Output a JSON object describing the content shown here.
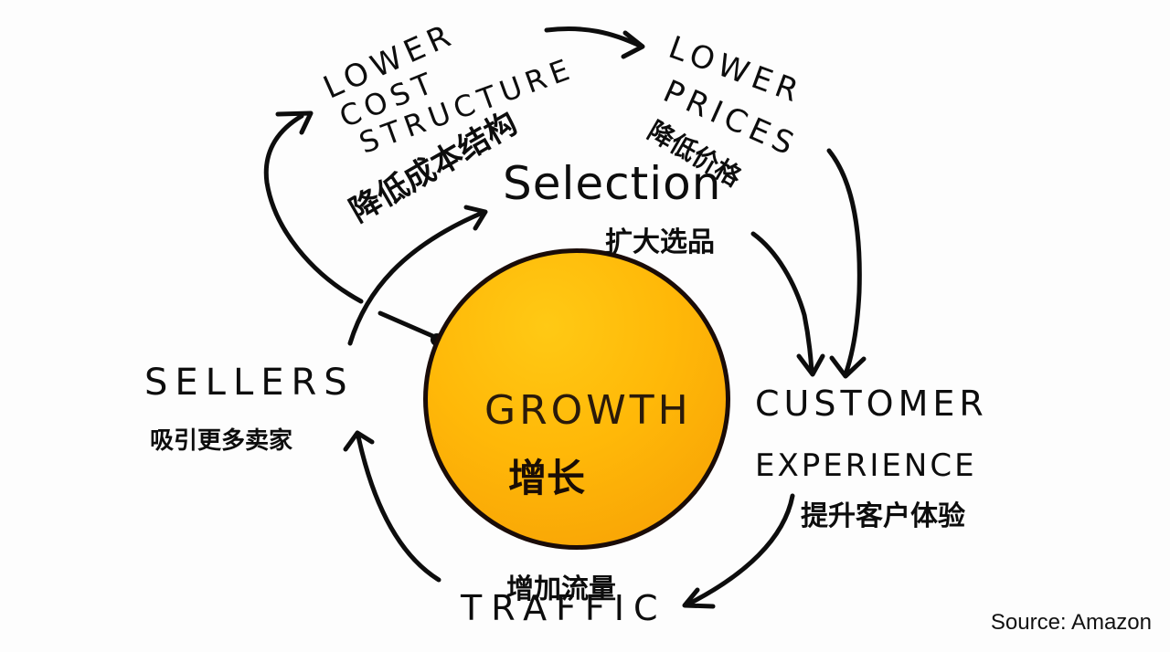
{
  "diagram": {
    "type": "flywheel",
    "center": {
      "label_en": "GROWTH",
      "label_zh": "增长",
      "fill_color": "#ffb808"
    },
    "nodes": [
      {
        "id": "lower-cost-structure",
        "label_en_lines": [
          "LOWER",
          "COST",
          "STRUCTURE"
        ],
        "label_zh": "降低成本结构"
      },
      {
        "id": "lower-prices",
        "label_en_lines": [
          "LOWER",
          "PRICES"
        ],
        "label_zh": "降低价格"
      },
      {
        "id": "selection",
        "label_en": "Selection",
        "label_zh": "扩大选品"
      },
      {
        "id": "customer-experience",
        "label_en_lines": [
          "CUSTOMER",
          "EXPERIENCE"
        ],
        "label_zh": "提升客户体验"
      },
      {
        "id": "traffic",
        "label_en": "TRAFFIC",
        "label_zh": "增加流量"
      },
      {
        "id": "sellers",
        "label_en": "SELLERS",
        "label_zh": "吸引更多卖家"
      }
    ],
    "edges": [
      {
        "from": "lower-cost-structure",
        "to": "lower-prices"
      },
      {
        "from": "lower-prices",
        "to": "customer-experience"
      },
      {
        "from": "selection",
        "to": "customer-experience"
      },
      {
        "from": "customer-experience",
        "to": "traffic"
      },
      {
        "from": "traffic",
        "to": "sellers"
      },
      {
        "from": "sellers",
        "to": "selection"
      },
      {
        "from": "growth",
        "to": "lower-cost-structure"
      }
    ]
  },
  "source": "Source: Amazon"
}
